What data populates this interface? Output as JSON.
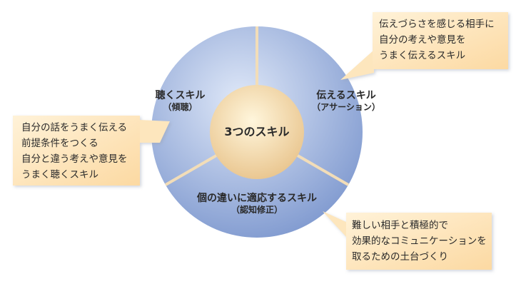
{
  "center": {
    "title": "3つのスキル"
  },
  "segments": [
    {
      "title": "聴くスキル",
      "subtitle": "（傾聴）"
    },
    {
      "title": "伝えるスキル",
      "subtitle": "（アサーション）"
    },
    {
      "title": "個の違いに適応するスキル",
      "subtitle": "（認知修正）"
    }
  ],
  "callouts": {
    "listen": {
      "lines": [
        "自分の話をうまく伝える",
        "前提条件をつくる",
        "自分と違う考えや意見を",
        "うまく聴くスキル"
      ]
    },
    "convey": {
      "lines": [
        "伝えづらさを感じる相手に",
        "自分の考えや意見を",
        "うまく伝えるスキル"
      ]
    },
    "adapt": {
      "lines": [
        "難しい相手と積極的で",
        "効果的なコミュニケーションを",
        "取るための土台づくり"
      ]
    }
  },
  "colors": {
    "ring_light": "#dfe8f8",
    "ring_dark": "#7f99cf",
    "center_light": "#fff6dc",
    "center_dark": "#e9c58e",
    "divider": "#f2ddb8",
    "callout_light": "#fff2d8",
    "callout_dark": "#fcd9a2"
  }
}
